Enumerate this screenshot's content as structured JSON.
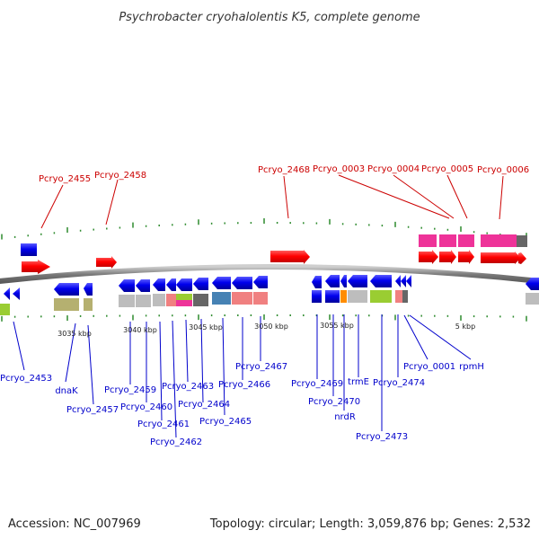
{
  "title": "Psychrobacter cryohalolentis K5, complete genome",
  "footer": {
    "accession": "Accession: NC_007969",
    "summary": "Topology: circular; Length: 3,059,876 bp; Genes: 2,532"
  },
  "kbp_labels": [
    "3035 kbp",
    "3040 kbp",
    "3045 kbp",
    "3050 kbp",
    "3055 kbp",
    "5 kbp"
  ],
  "gene_labels_top": [
    "Pcryo_2455",
    "Pcryo_2458",
    "Pcryo_2468",
    "Pcryo_0003",
    "Pcryo_0004",
    "Pcryo_0005",
    "Pcryo_0006"
  ],
  "gene_labels_bottom": [
    "Pcryo_2453",
    "dnaK",
    "Pcryo_2457",
    "Pcryo_2459",
    "Pcryo_2460",
    "Pcryo_2461",
    "Pcryo_2462",
    "Pcryo_2463",
    "Pcryo_2464",
    "Pcryo_2465",
    "Pcryo_2466",
    "Pcryo_2467",
    "Pcryo_2469",
    "Pcryo_2470",
    "nrdR",
    "trmE",
    "Pcryo_2473",
    "Pcryo_2474",
    "Pcryo_0001",
    "rpmH"
  ],
  "colors": {
    "backbone": "#8a8a8a",
    "tick": "#2e8b2e",
    "forward_gene": "#ff0000",
    "reverse_gene": "#0000ee",
    "label_top": "#cc0000",
    "label_bottom": "#0000cc"
  }
}
